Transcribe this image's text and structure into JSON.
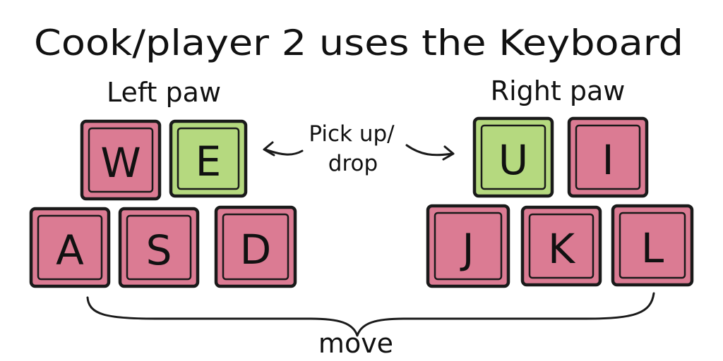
{
  "title": "Cook/player 2 uses the Keyboard",
  "left_hand": {
    "label": "Left paw",
    "keys": [
      {
        "letter": "W",
        "action": "move"
      },
      {
        "letter": "E",
        "action": "pick-up-drop"
      },
      {
        "letter": "A",
        "action": "move"
      },
      {
        "letter": "S",
        "action": "move"
      },
      {
        "letter": "D",
        "action": "move"
      }
    ]
  },
  "right_hand": {
    "label": "Right paw",
    "keys": [
      {
        "letter": "U",
        "action": "pick-up-drop"
      },
      {
        "letter": "I",
        "action": "move"
      },
      {
        "letter": "J",
        "action": "move"
      },
      {
        "letter": "K",
        "action": "move"
      },
      {
        "letter": "L",
        "action": "move"
      }
    ]
  },
  "pickup_label": {
    "line1": "Pick up/",
    "line2": "drop"
  },
  "move_label": "move",
  "colors": {
    "move_key": "#db7b93",
    "pickup_key": "#b5d97f",
    "ink": "#1a1a1a",
    "background": "#ffffff"
  }
}
